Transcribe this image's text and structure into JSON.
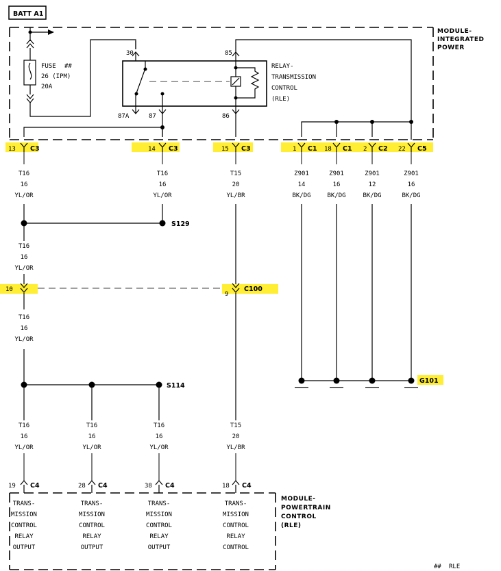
{
  "battery": {
    "label": "BATT A1"
  },
  "modules": {
    "ipm": {
      "lines": [
        "MODULE-",
        "INTEGRATED",
        "POWER"
      ]
    },
    "pcm": {
      "lines": [
        "MODULE-",
        "POWERTRAIN",
        "CONTROL",
        "(RLE)"
      ]
    }
  },
  "fuse": {
    "lines": [
      "FUSE",
      "26 (IPM)",
      "20A"
    ],
    "note_mark": "##"
  },
  "relay": {
    "lines": [
      "RELAY-",
      "TRANSMISSION",
      "CONTROL",
      "(RLE)"
    ],
    "pins": [
      "30",
      "85",
      "87A",
      "87",
      "86"
    ]
  },
  "ipm_connectors": [
    {
      "pin": "13",
      "conn": "C3"
    },
    {
      "pin": "14",
      "conn": "C3"
    },
    {
      "pin": "15",
      "conn": "C3"
    },
    {
      "pin": "1",
      "conn": "C1"
    },
    {
      "pin": "18",
      "conn": "C1"
    },
    {
      "pin": "2",
      "conn": "C2"
    },
    {
      "pin": "22",
      "conn": "C5"
    }
  ],
  "wires": {
    "t16": {
      "circuit": "T16",
      "gauge": "16",
      "color": "YL/OR"
    },
    "t15": {
      "circuit": "T15",
      "gauge": "20",
      "color": "YL/BR"
    },
    "z901_1": {
      "circuit": "Z901",
      "gauge": "14",
      "color": "BK/DG"
    },
    "z901_18": {
      "circuit": "Z901",
      "gauge": "16",
      "color": "BK/DG"
    },
    "z901_2": {
      "circuit": "Z901",
      "gauge": "12",
      "color": "BK/DG"
    },
    "z901_22": {
      "circuit": "Z901",
      "gauge": "16",
      "color": "BK/DG"
    }
  },
  "splices": {
    "s129": "S129",
    "s114": "S114"
  },
  "inline_connector": {
    "name": "C100",
    "pin_left": "10",
    "pin_right": "9"
  },
  "ground": {
    "name": "G101"
  },
  "pcm_connectors": [
    {
      "pin": "19",
      "conn": "C4"
    },
    {
      "pin": "28",
      "conn": "C4"
    },
    {
      "pin": "38",
      "conn": "C4"
    },
    {
      "pin": "18",
      "conn": "C4"
    }
  ],
  "pcm_pins": [
    {
      "lines": [
        "TRANS-",
        "MISSION",
        "CONTROL",
        "RELAY",
        "OUTPUT"
      ]
    },
    {
      "lines": [
        "TRANS-",
        "MISSION",
        "CONTROL",
        "RELAY",
        "OUTPUT"
      ]
    },
    {
      "lines": [
        "TRANS-",
        "MISSION",
        "CONTROL",
        "RELAY",
        "OUTPUT"
      ]
    },
    {
      "lines": [
        "TRANS-",
        "MISSION",
        "CONTROL",
        "RELAY",
        "CONTROL"
      ]
    }
  ],
  "footnote": {
    "mark": "##",
    "text": "RLE"
  },
  "colors": {
    "highlight": "#ffee33",
    "ink": "#000000"
  }
}
